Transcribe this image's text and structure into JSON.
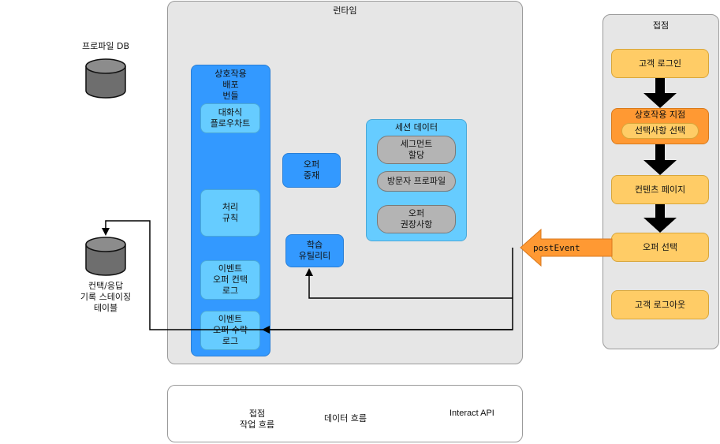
{
  "profile_db": {
    "label": "프로파일 DB"
  },
  "response_db": {
    "label": "컨택/응답\n기록 스테이징\n테이블"
  },
  "runtime": {
    "title": "런타임",
    "bundle": {
      "title": "상호작용\n배포\n번들",
      "items": [
        "대화식\n플로우차트",
        "처리\n규칙",
        "이벤트\n오퍼 컨택\n로그",
        "이벤트\n오퍼 수락\n로그"
      ]
    },
    "offer_suppression": "오퍼\n중재",
    "learning": "학습\n유틸리티",
    "session": {
      "title": "세션 데이터",
      "items": [
        "세그먼트\n할당",
        "방문자 프로파일",
        "오퍼\n권장사항"
      ]
    }
  },
  "touchpoint": {
    "title": "접점",
    "login": "고객 로그인",
    "interaction_point": "상호작용 지점",
    "selection": "선택사항 선택",
    "content_page": "컨텐츠 페이지",
    "offer_select": "오퍼 선택",
    "logout": "고객 로그아웃"
  },
  "post_event": "postEvent",
  "legend": {
    "workflow": "접점\n작업 흐름",
    "dataflow": "데이터 흐름",
    "api": "Interact API"
  },
  "colors": {
    "panel": "#e6e6e6",
    "bundle_blue": "#3399ff",
    "light_blue": "#66ccff",
    "orange": "#ffcc66",
    "dark_orange": "#ff9933",
    "api_arrow": "#ff9933"
  }
}
